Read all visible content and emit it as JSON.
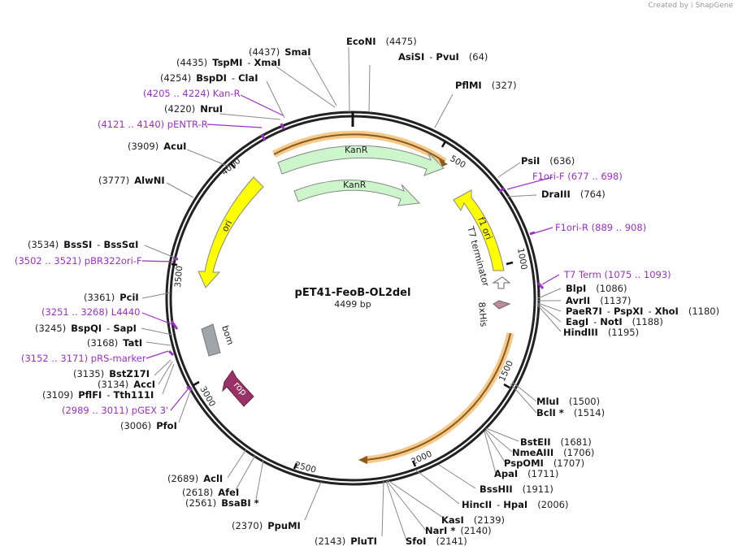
{
  "credit": "Created by ⁞ SnapGene",
  "plasmid": {
    "name": "pET41-FeoB-OL2del",
    "size_label": "4499 bp"
  },
  "ticks": [
    "500",
    "1000",
    "1500",
    "2000",
    "2500",
    "3000",
    "3500",
    "4000"
  ],
  "features": {
    "kanr_1": "KanR",
    "kanr_2": "KanR",
    "ori": "ori",
    "f1ori": "f1 ori",
    "t7term": "T7 terminator",
    "his": "8xHis",
    "bom": "bom",
    "rop": "rop"
  },
  "colors": {
    "backbone": "#222222",
    "kanr": "#ccf5cc",
    "ori": "#ffff00",
    "bom": "#a0a5aa",
    "rop": "#993366",
    "his": "#c08898",
    "highlight": "#f5c98a",
    "primer": "#9b30c9"
  },
  "labels": {
    "smai": {
      "pos": "(4437)",
      "name": "SmaI"
    },
    "econi": {
      "pos": "(4475)",
      "name": "EcoNI"
    },
    "tspmi": {
      "pos": "(4435)",
      "name": "TspMI",
      "name2": "XmaI"
    },
    "asisi": {
      "name": "AsiSI",
      "name2": "PvuI",
      "pos": "(64)"
    },
    "bspdi": {
      "pos": "(4254)",
      "name": "BspDI",
      "name2": "ClaI"
    },
    "pflmi": {
      "name": "PflMI",
      "pos": "(327)"
    },
    "kanr_p": {
      "text": "(4205 .. 4224)  Kan-R"
    },
    "nrui": {
      "pos": "(4220)",
      "name": "NruI"
    },
    "pentr": {
      "text": "(4121 .. 4140)  pENTR-R"
    },
    "acui": {
      "pos": "(3909)",
      "name": "AcuI"
    },
    "psii": {
      "name": "PsiI",
      "pos": "(636)"
    },
    "f1orif": {
      "text": "F1ori-F     (677 .. 698)"
    },
    "alwni": {
      "pos": "(3777)",
      "name": "AlwNI"
    },
    "draiii": {
      "name": "DraIII",
      "pos": "(764)"
    },
    "f1orir": {
      "text": "F1ori-R     (889 .. 908)"
    },
    "bsssi": {
      "pos": "(3534)",
      "name": "BssSI",
      "name2": "BssSαI"
    },
    "pbr": {
      "text": "(3502 .. 3521)  pBR322ori-F"
    },
    "t7term": {
      "text": "T7 Term     (1075 .. 1093)"
    },
    "blpi": {
      "name": "BlpI",
      "pos": "(1086)"
    },
    "avrii": {
      "name": "AvrII",
      "pos": "(1137)"
    },
    "paer7i": {
      "name": "PaeR7I",
      "name2": "PspXI",
      "name3": "XhoI",
      "pos": "(1180)"
    },
    "eagi": {
      "name": "EagI",
      "name2": "NotI",
      "pos": "(1188)"
    },
    "hindiii": {
      "name": "HindIII",
      "pos": "(1195)"
    },
    "pcii": {
      "pos": "(3361)",
      "name": "PciI"
    },
    "l4440": {
      "text": "(3251 .. 3268)  L4440"
    },
    "bspqi": {
      "pos": "(3245)",
      "name": "BspQI",
      "name2": "SapI"
    },
    "tati": {
      "pos": "(3168)",
      "name": "TatI"
    },
    "prs": {
      "text": "(3152 .. 3171)  pRS-marker"
    },
    "bstz": {
      "pos": "(3135)",
      "name": "BstZ17I"
    },
    "acci": {
      "pos": "(3134)",
      "name": "AccI"
    },
    "pflfi": {
      "pos": "(3109)",
      "name": "PflFI",
      "name2": "Tth111I"
    },
    "pgex": {
      "text": "(2989 .. 3011)  pGEX 3'"
    },
    "pfoi": {
      "pos": "(3006)",
      "name": "PfoI"
    },
    "mlui": {
      "name": "MluI",
      "pos": "(1500)"
    },
    "bcli": {
      "name": "BclI *",
      "pos": "(1514)"
    },
    "bsteii": {
      "name": "BstEII",
      "pos": "(1681)"
    },
    "nmeaiii": {
      "name": "NmeAIII",
      "pos": "(1706)"
    },
    "pspomi": {
      "name": "PspOMI",
      "pos": "(1707)"
    },
    "apai": {
      "name": "ApaI",
      "pos": "(1711)"
    },
    "bsshii": {
      "name": "BssHII",
      "pos": "(1911)"
    },
    "hincii": {
      "name": "HincII",
      "name2": "HpaI",
      "pos": "(2006)"
    },
    "kasi": {
      "name": "KasI",
      "pos": "(2139)"
    },
    "nari": {
      "name": "NarI *",
      "pos": "(2140)"
    },
    "sfoi": {
      "name": "SfoI",
      "pos": "(2141)"
    },
    "pluti": {
      "pos": "(2143)",
      "name": "PluTI"
    },
    "ppumi": {
      "pos": "(2370)",
      "name": "PpuMI"
    },
    "acli": {
      "pos": "(2689)",
      "name": "AclI"
    },
    "afei": {
      "pos": "(2618)",
      "name": "AfeI"
    },
    "bsabi": {
      "pos": "(2561)",
      "name": "BsaBI *"
    }
  }
}
